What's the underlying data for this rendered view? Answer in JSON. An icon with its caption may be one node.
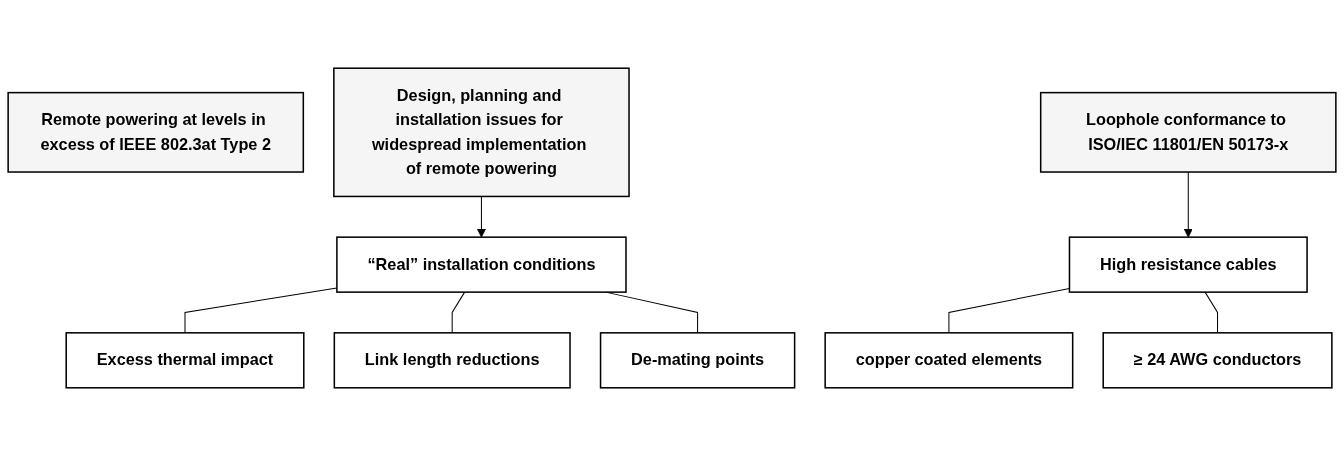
{
  "diagram": {
    "nodes": [
      {
        "text": [
          "Remote powering at levels in excess of IEEE 802.3at Type 2"
        ]
      },
      {
        "text": [
          "Design, planning and installation issues for widespread implementation of remote powering"
        ]
      },
      {
        "text": [
          "Loophole conformance to ISO/IEC 11801/EN 50173-x"
        ]
      },
      {
        "text": [
          "“Real” installation conditions"
        ]
      },
      {
        "text": [
          "Excess thermal impact"
        ]
      },
      {
        "text": [
          "Link length reductions"
        ]
      },
      {
        "text": [
          "De-mating points"
        ]
      },
      {
        "text": [
          "High resistance cables"
        ]
      },
      {
        "text": [
          "copper coated elements"
        ]
      },
      {
        "text": [
          "≥ 24 AWG conductors"
        ]
      }
    ],
    "edges": [
      {
        "from": 1,
        "to": 3,
        "arrow": "to"
      },
      {
        "from": 2,
        "to": 7,
        "arrow": "to"
      },
      {
        "from": 3,
        "to": 4,
        "arrow": "none"
      },
      {
        "from": 3,
        "to": 5,
        "arrow": "none"
      },
      {
        "from": 3,
        "to": 6,
        "arrow": "none"
      },
      {
        "from": 7,
        "to": 8,
        "arrow": "none"
      },
      {
        "from": 7,
        "to": 9,
        "arrow": "none"
      }
    ]
  }
}
